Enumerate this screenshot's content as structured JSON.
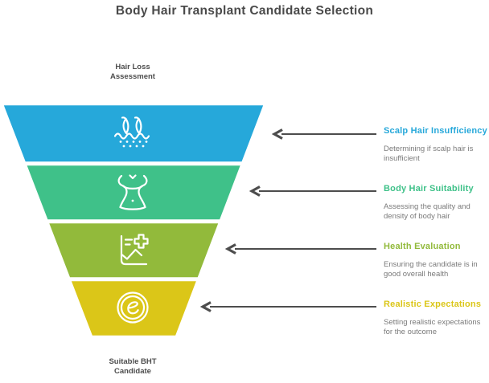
{
  "title": "Body Hair Transplant Candidate Selection",
  "colors": {
    "arrow": "#4d4d4d",
    "heading_text": "#4a4a4a",
    "endpoint_text": "#4d4d4d",
    "description_text": "#7a7a7a",
    "background": "#ffffff"
  },
  "funnel": {
    "top_label": "Hair Loss\nAssessment",
    "bottom_label": "Suitable BHT\nCandidate",
    "stages": [
      {
        "name": "Scalp Hair Insufficiency",
        "description": "Determining if scalp hair is\ninsufficient",
        "color": "#26a8da",
        "icon": "hair-follicle-icon"
      },
      {
        "name": "Body Hair Suitability",
        "description": "Assessing the quality and\ndensity of body hair",
        "color": "#3fc189",
        "icon": "torso-icon"
      },
      {
        "name": "Health Evaluation",
        "description": "Ensuring the candidate is in\ngood overall health",
        "color": "#92ba3b",
        "icon": "health-chart-icon"
      },
      {
        "name": "Realistic Expectations",
        "description": "Setting realistic expectations\nfor the outcome",
        "color": "#dbc618",
        "icon": "expectations-e-icon"
      }
    ]
  }
}
